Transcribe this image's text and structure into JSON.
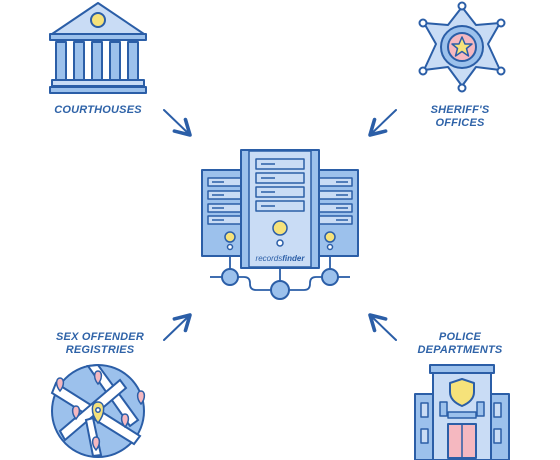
{
  "colors": {
    "outline": "#2b5ea7",
    "fill_light": "#c9dcf5",
    "fill_mid": "#9cc1ec",
    "label": "#2f63a8",
    "accent_yellow": "#f6e27a",
    "accent_pink": "#f5b8c0"
  },
  "diagram": {
    "center": {
      "brand_prefix": "records",
      "brand_suffix": "finder",
      "icon": "server-stack-icon"
    },
    "sources": [
      {
        "id": "courthouses",
        "label": "COURTHOUSES",
        "icon": "courthouse-icon"
      },
      {
        "id": "sheriff",
        "label_line1": "SHERIFF'S",
        "label_line2": "OFFICES",
        "icon": "sheriff-badge-icon"
      },
      {
        "id": "offender",
        "label_line1": "SEX OFFENDER",
        "label_line2": "REGISTRIES",
        "icon": "map-pins-icon"
      },
      {
        "id": "police",
        "label_line1": "POLICE",
        "label_line2": "DEPARTMENTS",
        "icon": "police-building-icon"
      }
    ],
    "edges": [
      {
        "from": "courthouses",
        "to": "center",
        "icon": "arrow-down-right-icon"
      },
      {
        "from": "sheriff",
        "to": "center",
        "icon": "arrow-down-left-icon"
      },
      {
        "from": "offender",
        "to": "center",
        "icon": "arrow-up-right-icon"
      },
      {
        "from": "police",
        "to": "center",
        "icon": "arrow-up-left-icon"
      }
    ]
  }
}
